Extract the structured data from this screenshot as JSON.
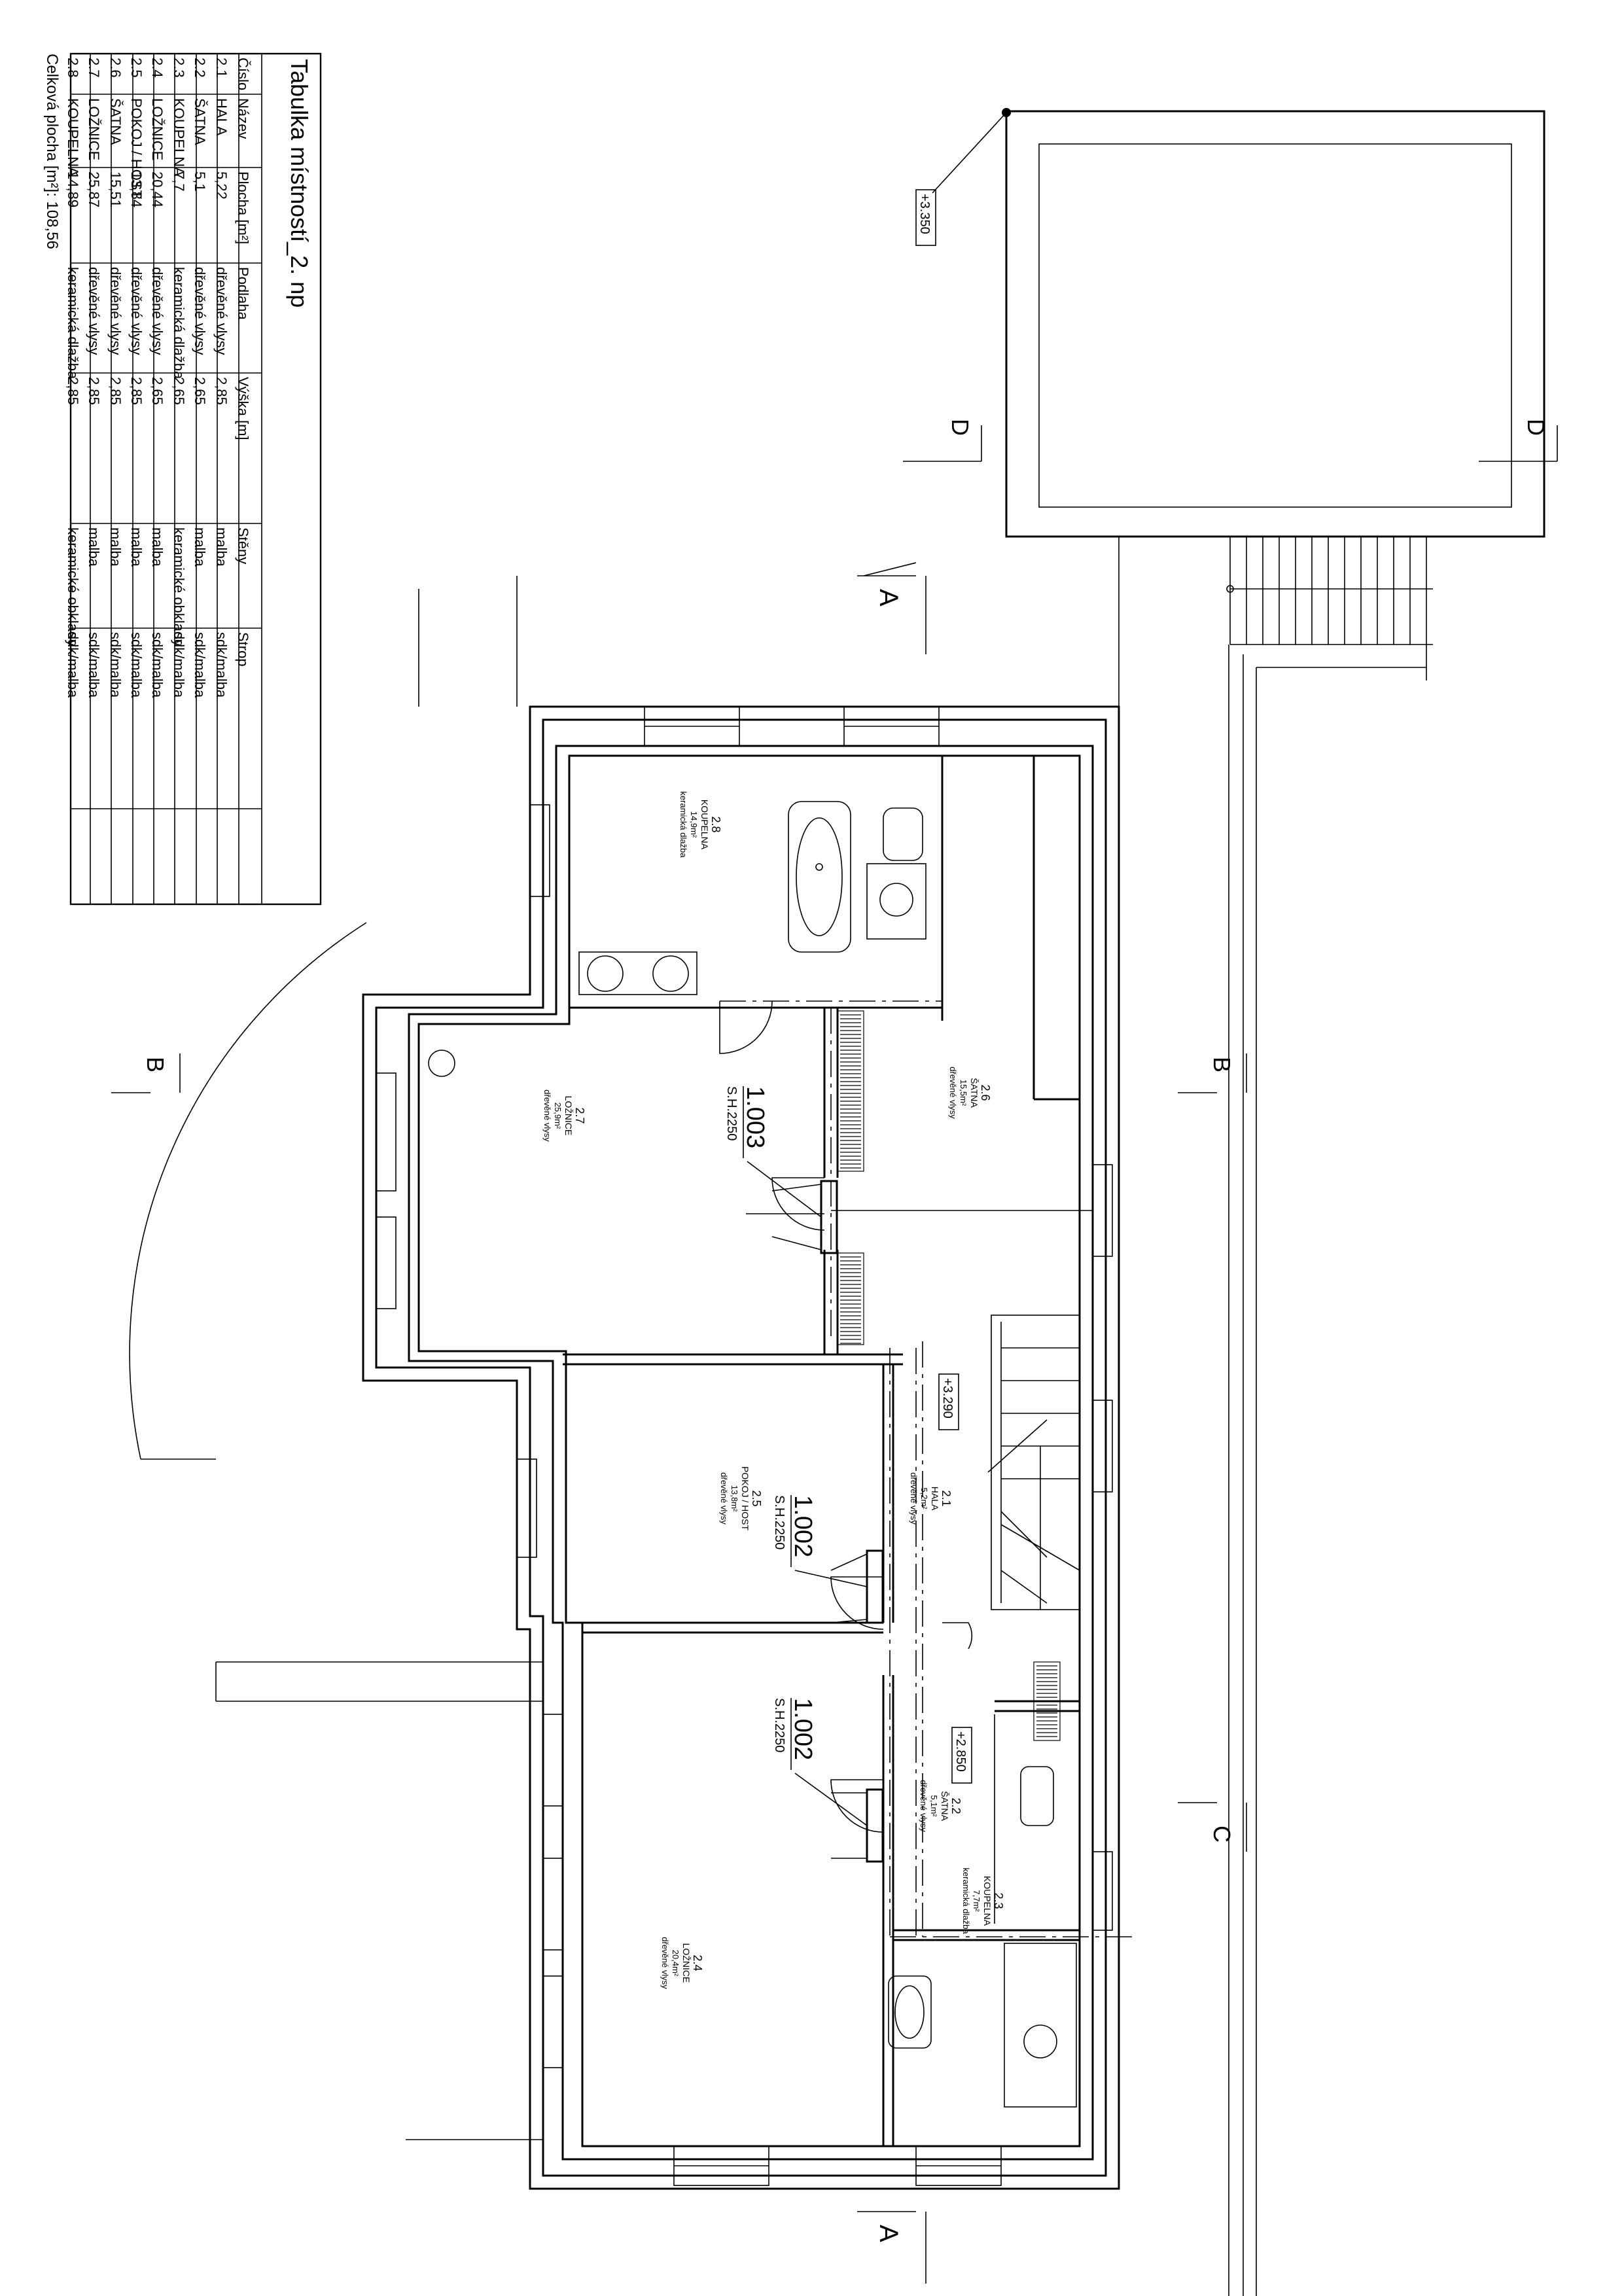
{
  "table": {
    "title": "Tabulka místností_2. np",
    "columns": [
      "Číslo",
      "Název",
      "Plocha [m²]",
      "Podlaha",
      "Výška [m]",
      "Stěny",
      "Strop"
    ],
    "rows": [
      [
        "2.1",
        "HALA",
        "5,22",
        "dřevěné vlysy",
        "2,85",
        "malba",
        "sdk/malba"
      ],
      [
        "2.2",
        "ŠATNA",
        "5,1",
        "dřevěné vlysy",
        "2,65",
        "malba",
        "sdk/malba"
      ],
      [
        "2.3",
        "KOUPELNA",
        "7,7",
        "keramická dlažba",
        "2,65",
        "keramické obklady",
        "sdk/malba"
      ],
      [
        "2.4",
        "LOŽNICE",
        "20,44",
        "dřevěné vlysy",
        "2,65",
        "malba",
        "sdk/malba"
      ],
      [
        "2.5",
        "POKOJ / HOST",
        "13,84",
        "dřevěné vlysy",
        "2,85",
        "malba",
        "sdk/malba"
      ],
      [
        "2.6",
        "ŠATNA",
        "15,51",
        "dřevěné vlysy",
        "2,85",
        "malba",
        "sdk/malba"
      ],
      [
        "2.7",
        "LOŽNICE",
        "25,87",
        "dřevěné vlysy",
        "2,85",
        "malba",
        "sdk/malba"
      ],
      [
        "2.8",
        "KOUPELNA",
        "14,89",
        "keramická dlažba",
        "2,85",
        "keramické obklady",
        "sdk/malba"
      ]
    ],
    "total": "Celková plocha [m²]: 108,56"
  },
  "rooms": [
    {
      "id": "r28",
      "num": "2.8",
      "name": "KOUPELNA",
      "area": "14,9m²",
      "floor": "keramická dlažba"
    },
    {
      "id": "r27",
      "num": "2.7",
      "name": "LOŽNICE",
      "area": "25,9m²",
      "floor": "dřevěné vlysy"
    },
    {
      "id": "r26",
      "num": "2.6",
      "name": "ŠATNA",
      "area": "15,5m²",
      "floor": "dřevěné vlysy"
    },
    {
      "id": "r25",
      "num": "2.5",
      "name": "POKOJ / HOST",
      "area": "13,8m²",
      "floor": "dřevěné vlysy"
    },
    {
      "id": "r21",
      "num": "2.1",
      "name": "HALA",
      "area": "5,2m²",
      "floor": "dřevěné vlysy"
    },
    {
      "id": "r22",
      "num": "2.2",
      "name": "ŠATNA",
      "area": "5,1m²",
      "floor": "dřevěné vlysy"
    },
    {
      "id": "r23",
      "num": "2.3",
      "name": "KOUPELNA",
      "area": "7,7m²",
      "floor": "keramická dlažba"
    },
    {
      "id": "r24",
      "num": "2.4",
      "name": "LOŽNICE",
      "area": "20,4m²",
      "floor": "dřevěné vlysy"
    }
  ],
  "units": [
    {
      "id": "u1003",
      "code": "1.003",
      "sub": "S.H.2250"
    },
    {
      "id": "u1002a",
      "code": "1.002",
      "sub": "S.H.2250"
    },
    {
      "id": "u1002b",
      "code": "1.002",
      "sub": "S.H.2250"
    }
  ],
  "levels": [
    "+3.350",
    "+3.290",
    "+2.850"
  ],
  "sections": {
    "a": "A",
    "b": "B",
    "c": "C",
    "d": "D"
  }
}
